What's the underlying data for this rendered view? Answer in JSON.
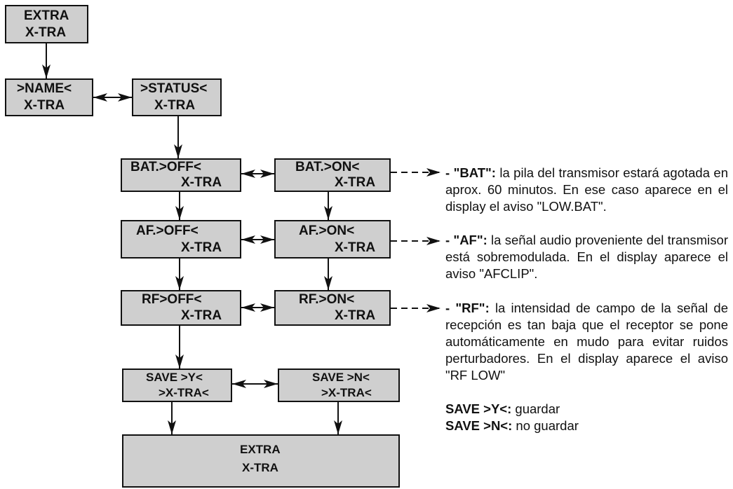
{
  "nodes": {
    "extra_top": {
      "line1": "EXTRA",
      "line2": "X-TRA"
    },
    "name": {
      "line1": ">NAME<",
      "line2": "X-TRA"
    },
    "status": {
      "line1": ">STATUS<",
      "line2": "X-TRA"
    },
    "bat_off": {
      "line1": "BAT.>OFF<",
      "line2": "X-TRA"
    },
    "bat_on": {
      "line1": "BAT.>ON<",
      "line2": "X-TRA"
    },
    "af_off": {
      "line1": "AF.>OFF<",
      "line2": "X-TRA"
    },
    "af_on": {
      "line1": "AF.>ON<",
      "line2": "X-TRA"
    },
    "rf_off": {
      "line1": "RF>OFF<",
      "line2": "X-TRA"
    },
    "rf_on": {
      "line1": "RF.>ON<",
      "line2": "X-TRA"
    },
    "save_y": {
      "line1": "SAVE >Y<",
      "line2": ">X-TRA<"
    },
    "save_n": {
      "line1": "SAVE >N<",
      "line2": ">X-TRA<"
    },
    "extra_bottom": {
      "line1": "EXTRA",
      "line2": "X-TRA"
    }
  },
  "descriptions": {
    "bat": {
      "label": "- \"BAT\":",
      "text": " la pila del transmisor estará agotada en aprox. 60 minutos. En ese caso aparece en el display el aviso \"LOW.BAT\"."
    },
    "af": {
      "label": "- \"AF\":",
      "text": " la señal audio proveniente del transmisor está sobremodulada. En el display aparece el aviso \"AFCLIP\"."
    },
    "rf": {
      "label": "- \"RF\":",
      "text": " la intensidad de campo de la señal de recepción es tan baja que el receptor se pone automáticamente en mudo para evitar ruidos perturbadores. En el display aparece el aviso \"RF LOW\""
    }
  },
  "save_notes": {
    "yes": {
      "label": "SAVE >Y<:",
      "text": " guardar"
    },
    "no": {
      "label": "SAVE >N<:",
      "text": " no guardar"
    }
  }
}
